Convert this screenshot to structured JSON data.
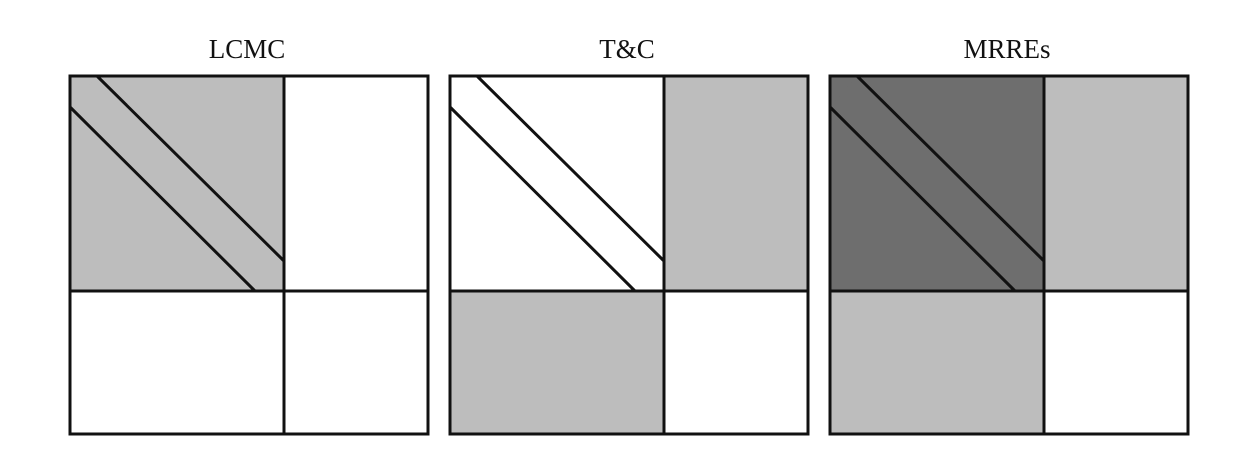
{
  "colors": {
    "white": "#ffffff",
    "light_gray": "#bdbdbd",
    "dark_gray": "#6e6e6e",
    "stroke": "#111111"
  },
  "panels": [
    {
      "title": "LCMC",
      "top_left": "light_gray",
      "diagonal_band": "light_gray",
      "top_right": "white",
      "bottom_left": "white",
      "bottom_right": "white"
    },
    {
      "title": "T&C",
      "top_left": "white",
      "diagonal_band": "white",
      "top_right": "light_gray",
      "bottom_left": "light_gray",
      "bottom_right": "white"
    },
    {
      "title": "MRREs",
      "top_left": "dark_gray",
      "diagonal_band": "dark_gray",
      "top_right": "light_gray",
      "bottom_left": "light_gray",
      "bottom_right": "white"
    }
  ]
}
